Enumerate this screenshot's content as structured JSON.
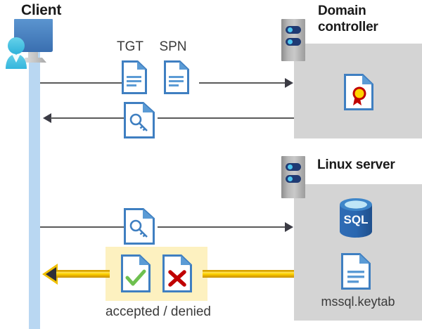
{
  "diagram": {
    "title": "Kerberos authentication flow between client, domain controller and Linux server",
    "type": "sequence-diagram"
  },
  "client": {
    "label": "Client",
    "icon": "user-workstation-icon",
    "lifeline_color": "#b9d7f2"
  },
  "domain_controller": {
    "label_line1": "Domain",
    "label_line2": "controller",
    "server_icon": "server-rack-icon",
    "panel_color": "#d4d4d4",
    "contents": [
      {
        "icon": "certificate-document-icon",
        "label": ""
      }
    ]
  },
  "linux_server": {
    "label": "Linux server",
    "server_icon": "server-rack-icon",
    "panel_color": "#d4d4d4",
    "contents": [
      {
        "icon": "sql-database-icon",
        "label": "SQL"
      },
      {
        "icon": "keytab-document-icon",
        "label": "mssql.keytab"
      }
    ]
  },
  "flows": [
    {
      "id": "request-tgt-spn",
      "direction": "right",
      "from": "client",
      "to": "domain-controller",
      "badges": [
        {
          "tag": "TGT",
          "icon": "document-lines-icon"
        },
        {
          "tag": "SPN",
          "icon": "document-lines-icon"
        }
      ]
    },
    {
      "id": "issue-service-ticket",
      "direction": "left",
      "from": "domain-controller",
      "to": "client",
      "badges": [
        {
          "tag": "",
          "icon": "document-key-icon"
        }
      ]
    },
    {
      "id": "present-service-ticket",
      "direction": "right",
      "from": "client",
      "to": "linux-server",
      "badges": [
        {
          "tag": "",
          "icon": "document-key-icon"
        }
      ]
    },
    {
      "id": "auth-result",
      "direction": "left",
      "from": "linux-server",
      "to": "client",
      "style": "gold",
      "caption": "accepted / denied",
      "highlight_color": "#fdf1c0",
      "badges": [
        {
          "tag": "",
          "icon": "document-check-icon"
        },
        {
          "tag": "",
          "icon": "document-cross-icon"
        }
      ]
    }
  ],
  "colors": {
    "accent_blue": "#3f7fc1",
    "doc_blue": "#5b9bd5",
    "gold": "#ffd400",
    "gold_dark": "#d8a300",
    "check_green": "#6ec04f",
    "cross_red": "#c00000",
    "panel_gray": "#d4d4d4",
    "line_gray": "#5a5a5a",
    "lifeline_blue": "#b9d7f2",
    "highlight_yellow": "#fdf1c0"
  }
}
